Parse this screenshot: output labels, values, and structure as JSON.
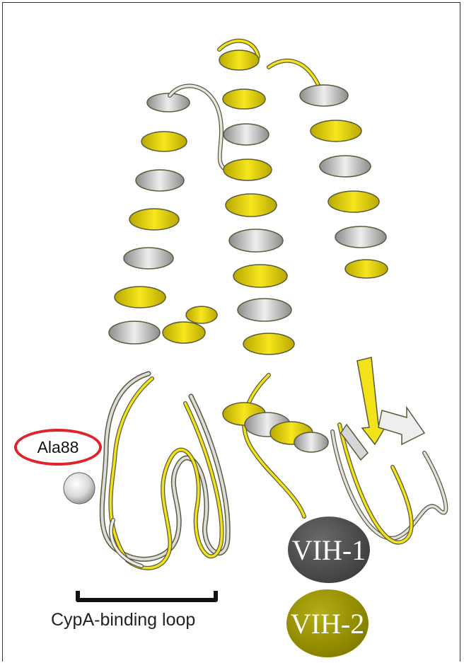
{
  "labels": {
    "residue": "Ala88",
    "loop": "CypA-binding loop"
  },
  "legend": [
    {
      "label": "VIH-1",
      "color": "#4d4d4d"
    },
    {
      "label": "VIH-2",
      "color": "#938d00"
    }
  ],
  "colors": {
    "strand_1": "#c9c9c9",
    "strand_2": "#f2e21a",
    "outline": "#5a5a3a",
    "highlight_ring": "#e0222b"
  }
}
